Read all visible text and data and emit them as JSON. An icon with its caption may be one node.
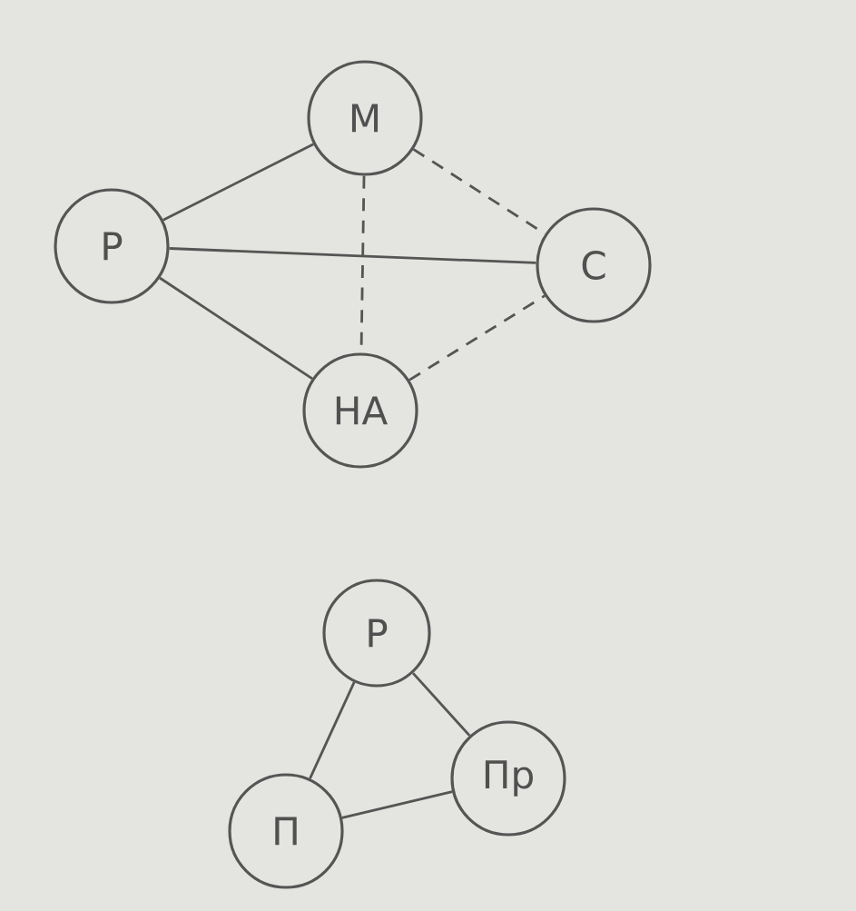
{
  "diagram": {
    "nodes": [
      {
        "text": [
          "М"
        ]
      },
      {
        "text": [
          "Р"
        ]
      },
      {
        "text": [
          "С"
        ]
      },
      {
        "text": [
          "НА"
        ]
      },
      {
        "text": [
          "Р"
        ]
      },
      {
        "text": [
          "П"
        ]
      },
      {
        "text": [
          "Пр"
        ]
      }
    ],
    "edges": [
      {
        "from": 1,
        "to": 0,
        "arrow": "none"
      },
      {
        "from": 1,
        "to": 2,
        "arrow": "none"
      },
      {
        "from": 1,
        "to": 3,
        "arrow": "none"
      },
      {
        "from": 0,
        "to": 2,
        "arrow": "none",
        "style": "dashed"
      },
      {
        "from": 0,
        "to": 3,
        "arrow": "none",
        "style": "dashed"
      },
      {
        "from": 3,
        "to": 2,
        "arrow": "none",
        "style": "dashed"
      },
      {
        "from": 4,
        "to": 5,
        "arrow": "none"
      },
      {
        "from": 4,
        "to": 6,
        "arrow": "none"
      },
      {
        "from": 5,
        "to": 6,
        "arrow": "none"
      }
    ]
  }
}
